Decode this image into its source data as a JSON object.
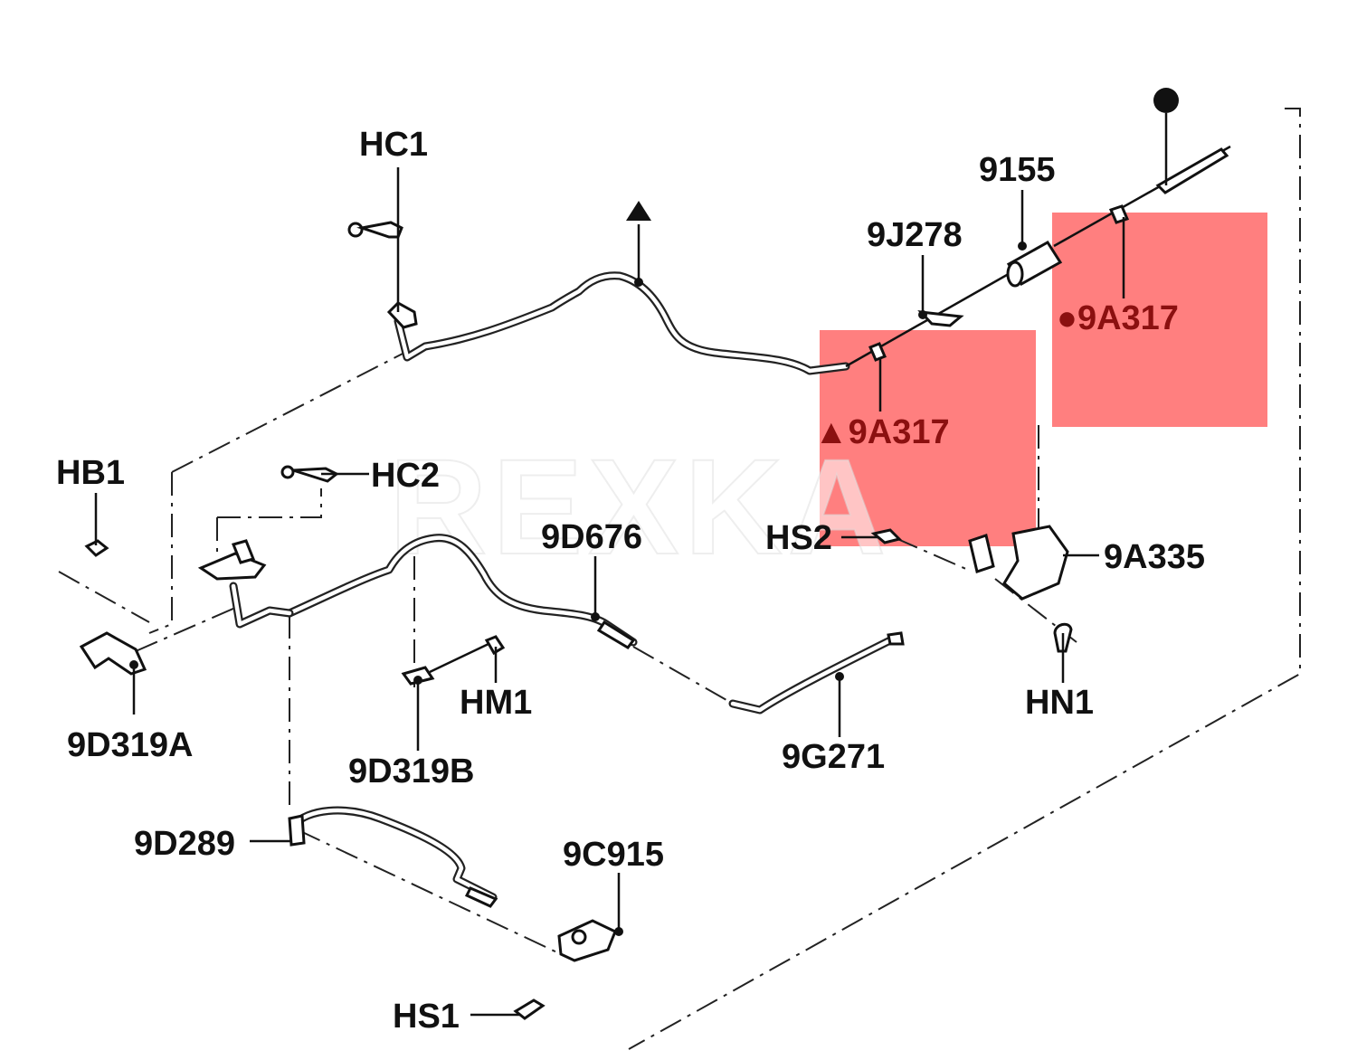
{
  "watermark": "REXKA",
  "colors": {
    "highlight": "#ff7f7f",
    "highlight_label": "#8b1010",
    "line": "#222222"
  },
  "symbols": {
    "triangle": "▲",
    "circle": "●"
  },
  "labels": {
    "HC1": "HC1",
    "HC2": "HC2",
    "HB1": "HB1",
    "l_9155": "9155",
    "l_9J278": "9J278",
    "l_9A317_circle": "9A317",
    "l_9A317_triangle": "9A317",
    "l_9D676": "9D676",
    "HS2": "HS2",
    "l_9A335": "9A335",
    "HM1": "HM1",
    "HN1": "HN1",
    "l_9D319A": "9D319A",
    "l_9D319B": "9D319B",
    "l_9G271": "9G271",
    "l_9D289": "9D289",
    "l_9C915": "9C915",
    "HS1": "HS1"
  }
}
